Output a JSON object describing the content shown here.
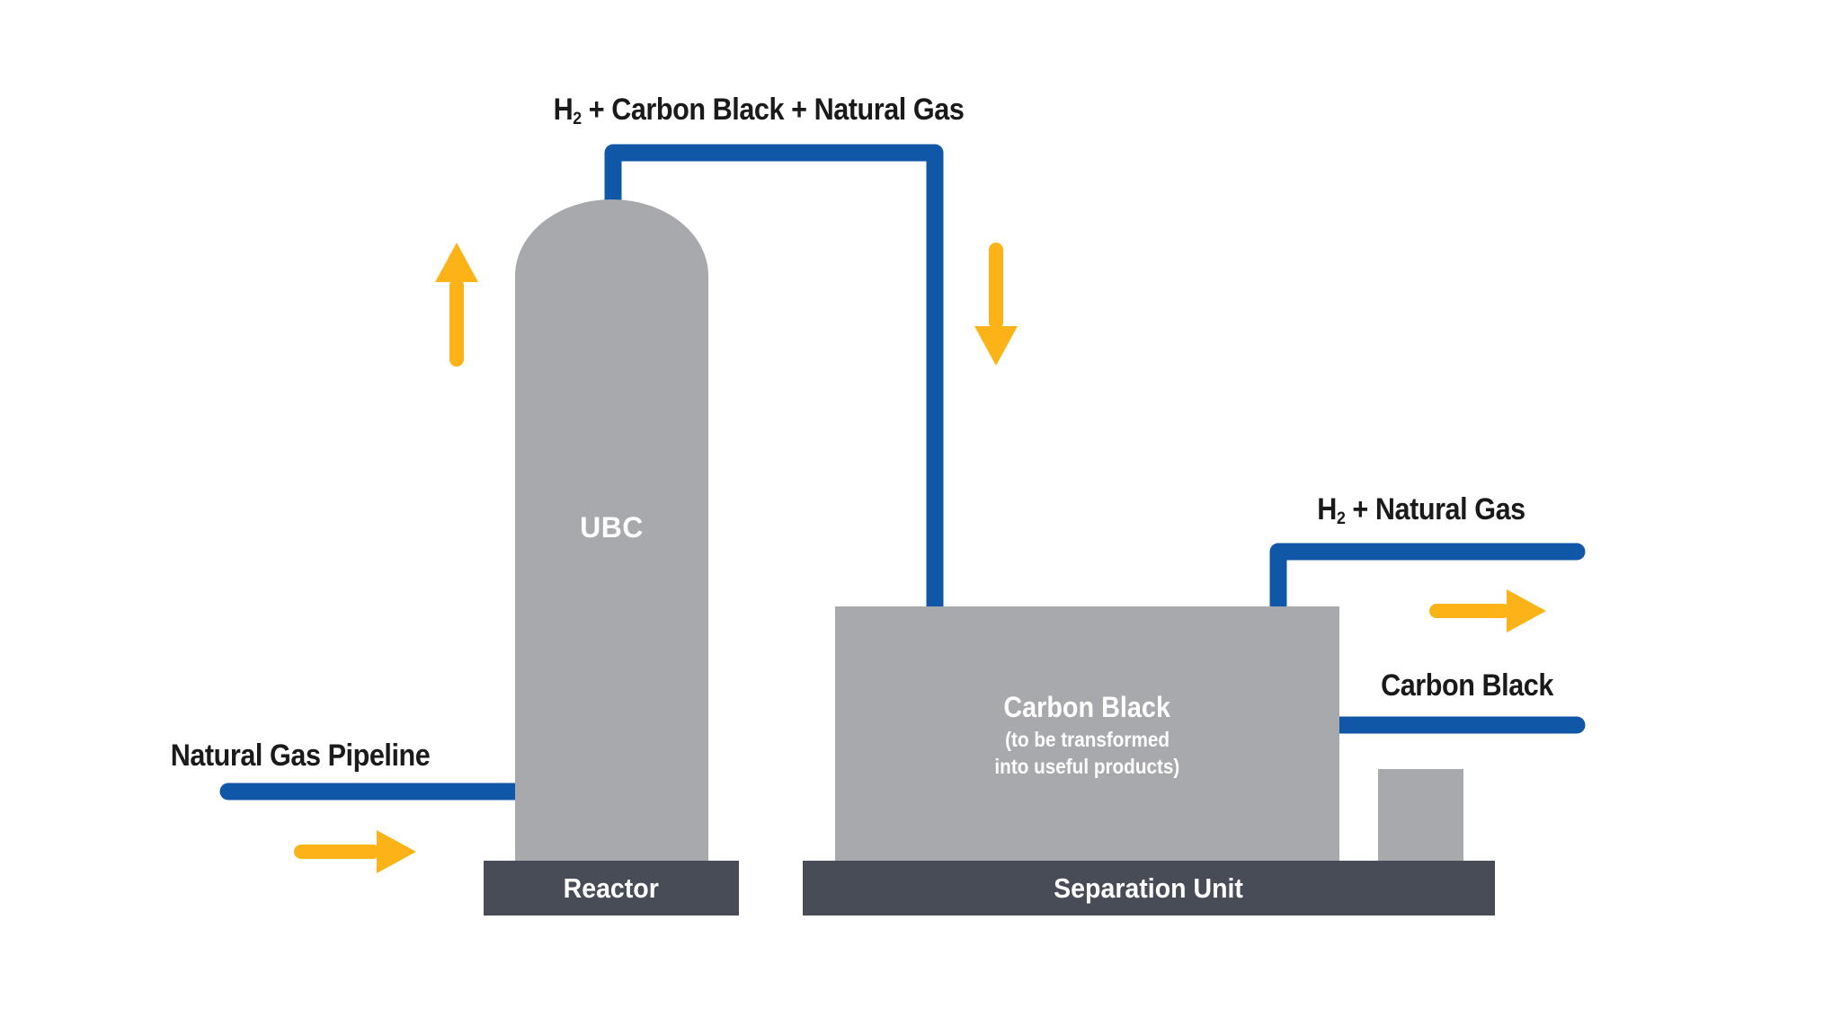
{
  "colors": {
    "pipe_blue": "#1058A7",
    "arrow_orange": "#FBB317",
    "vessel_gray": "#A7A9AC",
    "base_dark": "#474C57",
    "text_dark": "#1A1A1A",
    "text_white": "#FFFFFF"
  },
  "labels": {
    "top_stream": {
      "prefix": "H",
      "sub": "2",
      "rest": " + Carbon Black + Natural Gas"
    },
    "natural_gas_pipeline": "Natural Gas Pipeline",
    "h2_natural_gas": {
      "prefix": "H",
      "sub": "2",
      "rest": " + Natural Gas"
    },
    "carbon_black_out": "Carbon Black"
  },
  "reactor": {
    "vessel_label": "UBC",
    "base_label": "Reactor"
  },
  "separation": {
    "box_title": "Carbon Black",
    "box_sub1": "(to be transformed",
    "box_sub2": "into useful products)",
    "base_label": "Separation Unit"
  },
  "icons": {
    "flow_arrow_up": "orange-up-arrow (css triangle + shaft)",
    "flow_arrow_down": "orange-down-arrow (css triangle + shaft)",
    "flow_arrow_right": "orange-right-arrow (css triangle + shaft)"
  }
}
